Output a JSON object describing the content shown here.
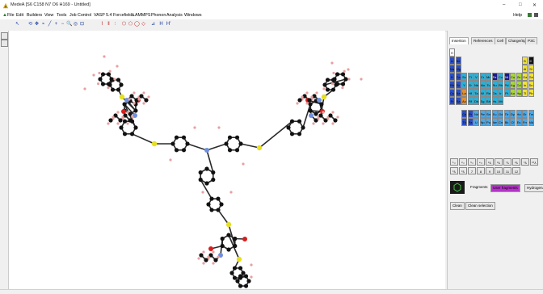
{
  "window": {
    "title": "MedeA [S6 C158 N7 O6 H169 - Untitled]",
    "minimize": "–",
    "maximize": "□",
    "close": "✕"
  },
  "menu": {
    "items": [
      "File",
      "Edit",
      "Builders",
      "View",
      "Tools",
      "Job Control",
      "VASP 5.4",
      "Forcefields",
      "LAMMPS",
      "Phonon",
      "Analysis",
      "Windows"
    ],
    "help": "Help"
  },
  "toolbar": {
    "icons": [
      "select-icon",
      "rotate-icon",
      "move-icon",
      "atom-icon",
      "bond-icon",
      "plus-icon",
      "minus-icon",
      "zoom-icon",
      "center-icon",
      "fit-icon",
      "bond-single-icon",
      "bond-double-icon",
      "bond-triple-icon",
      "ring-icon",
      "ring2-icon",
      "ring3-icon",
      "ring4-icon",
      "measure-icon",
      "h-add-icon",
      "h-remove-icon"
    ],
    "labels": [
      "↖",
      "⟲",
      "✥",
      "⚬",
      "╱",
      "+",
      "−",
      "🔍",
      "◎",
      "⊡",
      "⌇",
      "‖",
      "⫶",
      "⬡",
      "⬠",
      "◯",
      "◇",
      "⊿",
      "H",
      "H'"
    ]
  },
  "panel": {
    "tabs": [
      "Insertion",
      "References",
      "Cell",
      "Charge/Spin",
      "P3C"
    ],
    "periodic": [
      [
        "H"
      ],
      [
        "Li",
        "Be",
        "",
        "",
        "",
        "",
        "",
        "",
        "",
        "",
        "",
        "",
        "B",
        "C"
      ],
      [
        "Na",
        "Mg",
        "",
        "",
        "",
        "",
        "",
        "",
        "",
        "",
        "",
        "",
        "Al",
        "Si"
      ],
      [
        "K",
        "Ca",
        "Sc",
        "Ti",
        "V",
        "Cr",
        "Mn",
        "Fe",
        "Co",
        "Ni",
        "Cu",
        "Zn",
        "Ga",
        "Ge"
      ],
      [
        "Rb",
        "Sr",
        "Y",
        "Zr",
        "Nb",
        "Mo",
        "Tc",
        "Ru",
        "Rh",
        "Pd",
        "Ag",
        "Cd",
        "In",
        "Sn"
      ],
      [
        "Cs",
        "Ba",
        "La",
        "Hf",
        "Ta",
        "W",
        "Re",
        "Os",
        "Ir",
        "Pt",
        "Au",
        "Hg",
        "Tl",
        "Pb"
      ],
      [
        "Fr",
        "Ra",
        "Ac",
        "Rf",
        "Db",
        "Sg",
        "Bh",
        "Hs",
        "Mt",
        "",
        "",
        "",
        "",
        ""
      ],
      [
        "Ce",
        "Pr",
        "Nd",
        "Pm",
        "Sm",
        "Eu",
        "Gd",
        "Tb",
        "Dy",
        "Ho",
        "Er",
        "Tm"
      ],
      [
        "Th",
        "Pa",
        "U",
        "Np",
        "Pu",
        "Am",
        "Cm",
        "Bk",
        "Cf",
        "Es",
        "Fm",
        "Md"
      ]
    ],
    "frag_row1": [
      "¹○",
      "²○",
      "³○",
      "⁴○",
      "⁵⅄",
      "⁶⅄",
      "⁷⅄",
      "⁸⅄",
      "⁹⅄",
      "¹⁰⅄"
    ],
    "frag_row2": [
      "⁵⅄",
      "⁶⅄",
      "7",
      "8",
      "9",
      "10",
      "11",
      "12"
    ],
    "fragments_label": "Fragments",
    "user_fragments_label": "User fragments",
    "hydrogenate_label": "Hydrogenate",
    "clean_label": "Clean",
    "clean_selection_label": "Clean selection"
  },
  "colors": {
    "carbon": "#111111",
    "hydrogen": "#e8a0a0",
    "oxygen": "#d42020",
    "nitrogen": "#6f8fdf",
    "sulfur": "#e6e020",
    "bond": "#2a2a2a",
    "accent": "#b434c8"
  }
}
